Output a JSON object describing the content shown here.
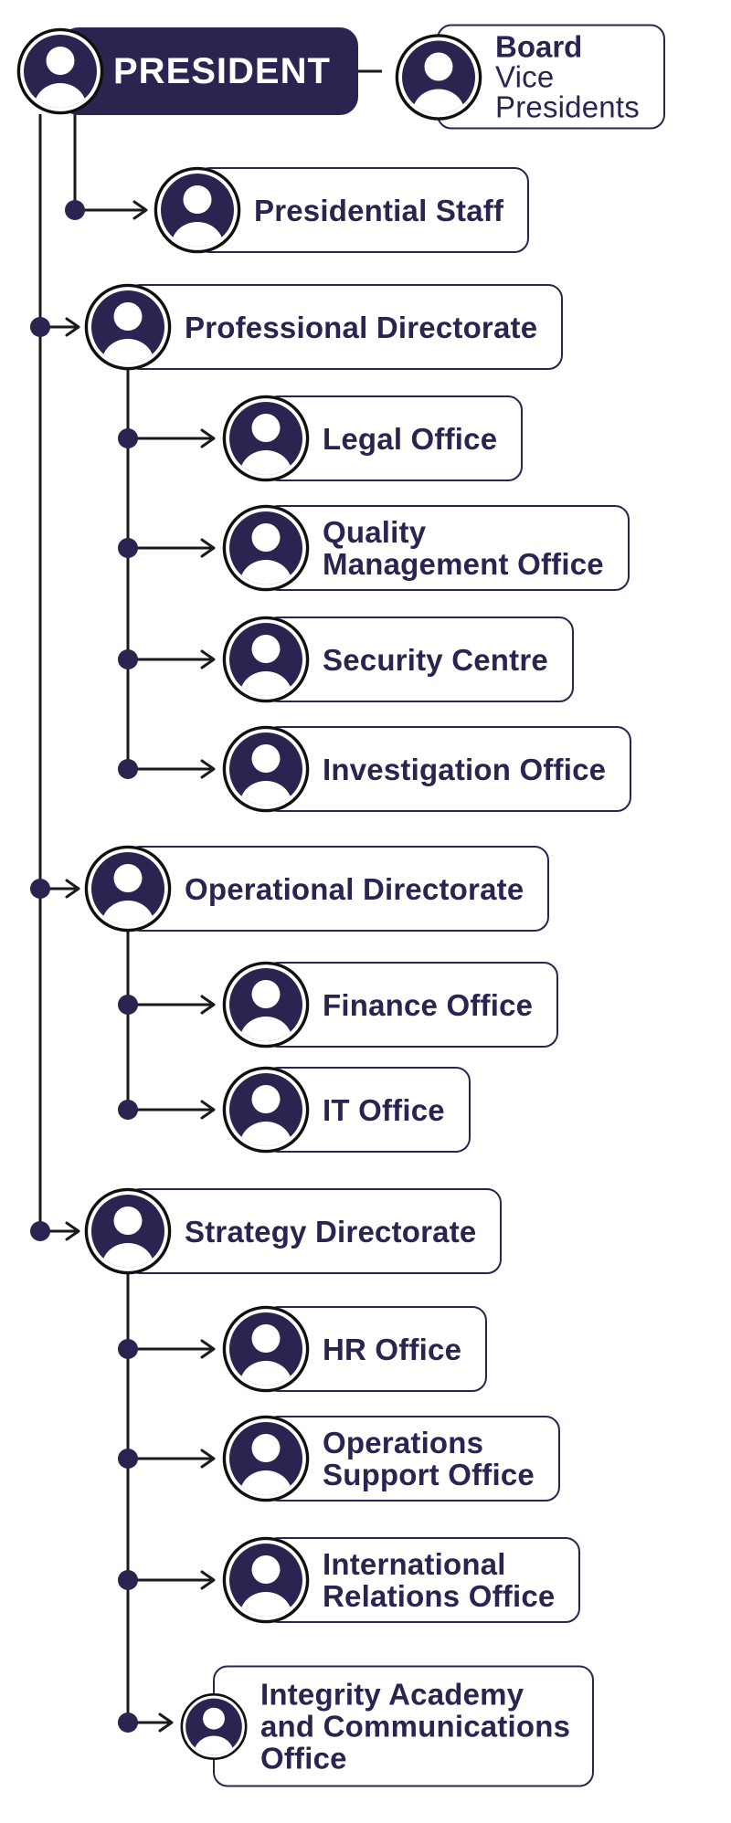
{
  "palette": {
    "navy": "#2b2450",
    "line_black": "#1a1a1a",
    "white": "#ffffff"
  },
  "president": {
    "label": "PRESIDENT"
  },
  "board": {
    "title": "Board",
    "subtitle": "Vice\nPresidents",
    "parent": "president"
  },
  "nodes": [
    {
      "id": "presidential-staff",
      "label": "Presidential Staff",
      "parent": "president"
    },
    {
      "id": "professional-directorate",
      "label": "Professional Directorate",
      "parent": "president"
    },
    {
      "id": "legal-office",
      "label": "Legal Office",
      "parent": "professional-directorate"
    },
    {
      "id": "quality-management-office",
      "label": "Quality\nManagement Office",
      "parent": "professional-directorate"
    },
    {
      "id": "security-centre",
      "label": "Security Centre",
      "parent": "professional-directorate"
    },
    {
      "id": "investigation-office",
      "label": "Investigation Office",
      "parent": "professional-directorate"
    },
    {
      "id": "operational-directorate",
      "label": "Operational Directorate",
      "parent": "president"
    },
    {
      "id": "finance-office",
      "label": "Finance Office",
      "parent": "operational-directorate"
    },
    {
      "id": "it-office",
      "label": "IT Office",
      "parent": "operational-directorate"
    },
    {
      "id": "strategy-directorate",
      "label": "Strategy Directorate",
      "parent": "president"
    },
    {
      "id": "hr-office",
      "label": "HR Office",
      "parent": "strategy-directorate"
    },
    {
      "id": "operations-support-office",
      "label": "Operations\nSupport Office",
      "parent": "strategy-directorate"
    },
    {
      "id": "international-relations-office",
      "label": "International\nRelations Office",
      "parent": "strategy-directorate"
    },
    {
      "id": "integrity-academy-office",
      "label": "Integrity Academy\nand Communications\nOffice",
      "parent": "strategy-directorate"
    }
  ]
}
